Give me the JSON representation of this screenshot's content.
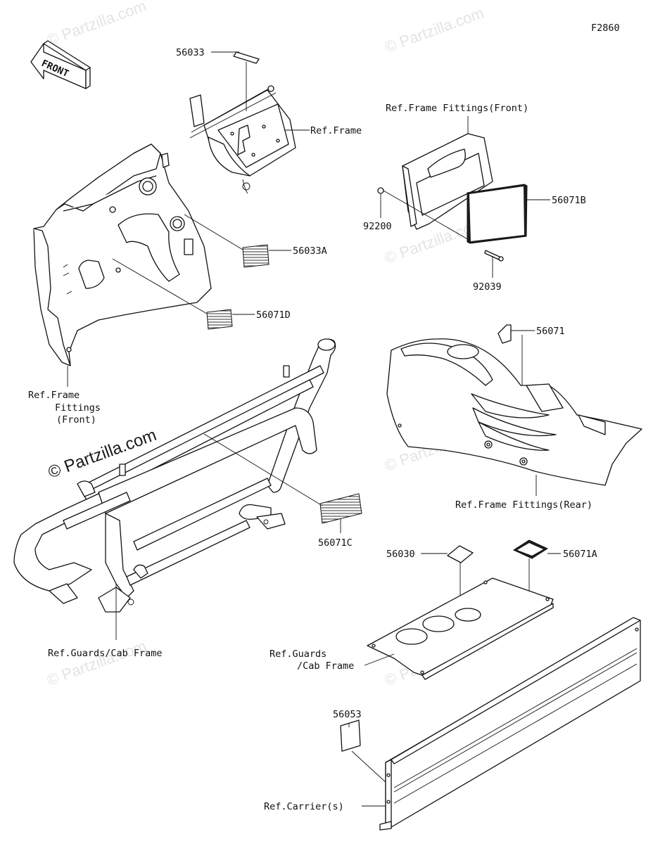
{
  "diagram_code": "F2860",
  "direction_label": "FRONT",
  "watermark": "© Partzilla.com",
  "labels": {
    "p56033": "56033",
    "ref_frame": "Ref.Frame",
    "ref_frame_fittings_front_top": "Ref.Frame Fittings(Front)",
    "p56071B": "56071B",
    "p92200": "92200",
    "p92039": "92039",
    "p56033A": "56033A",
    "p56071D": "56071D",
    "ref_frame_fittings_front_left_1": "Ref.Frame",
    "ref_frame_fittings_front_left_2": "Fittings",
    "ref_frame_fittings_front_left_3": "(Front)",
    "p56071": "56071",
    "ref_frame_fittings_rear": "Ref.Frame Fittings(Rear)",
    "p56071C": "56071C",
    "p56030": "56030",
    "p56071A": "56071A",
    "ref_guards_cab_frame_left": "Ref.Guards/Cab Frame",
    "ref_guards_cab_frame_right_1": "Ref.Guards",
    "ref_guards_cab_frame_right_2": "/Cab Frame",
    "p56053": "56053",
    "ref_carriers": "Ref.Carrier(s)"
  }
}
